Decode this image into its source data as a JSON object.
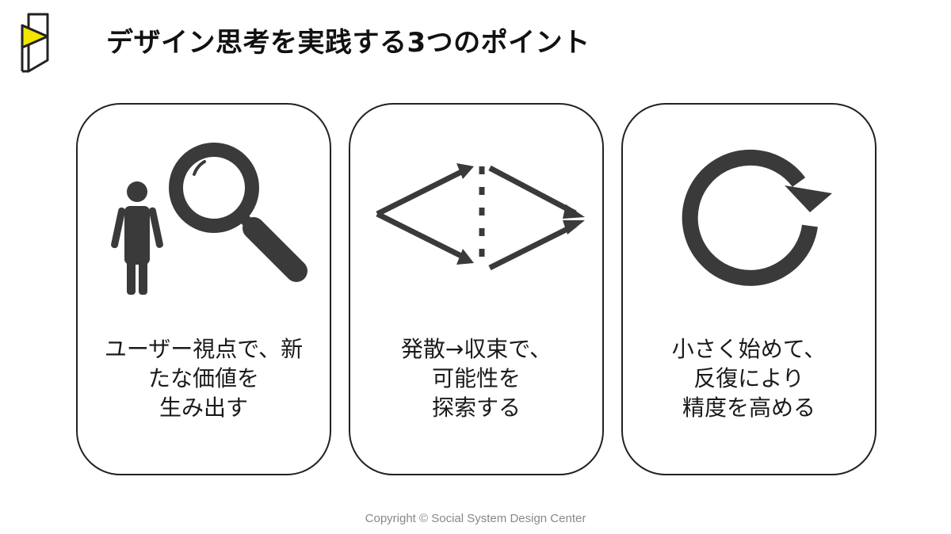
{
  "title": "デザイン思考を実践する3つのポイント",
  "colors": {
    "accent": "#f2e600",
    "icon": "#3a3a3a",
    "text": "#1a1a1a",
    "border": "#222222",
    "footer": "#888888"
  },
  "cards": [
    {
      "icon": "person-magnifier-icon",
      "lines": [
        "ユーザー視点で、新",
        "たな価値を",
        "生み出す"
      ]
    },
    {
      "icon": "diverge-converge-icon",
      "lines": [
        "発散→収束で、",
        "可能性を",
        "探索する"
      ]
    },
    {
      "icon": "circular-arrow-icon",
      "lines": [
        "小さく始めて、",
        "反復により",
        "精度を高める"
      ]
    }
  ],
  "footer": {
    "copyright": "Copyright © Social System Design Center"
  }
}
